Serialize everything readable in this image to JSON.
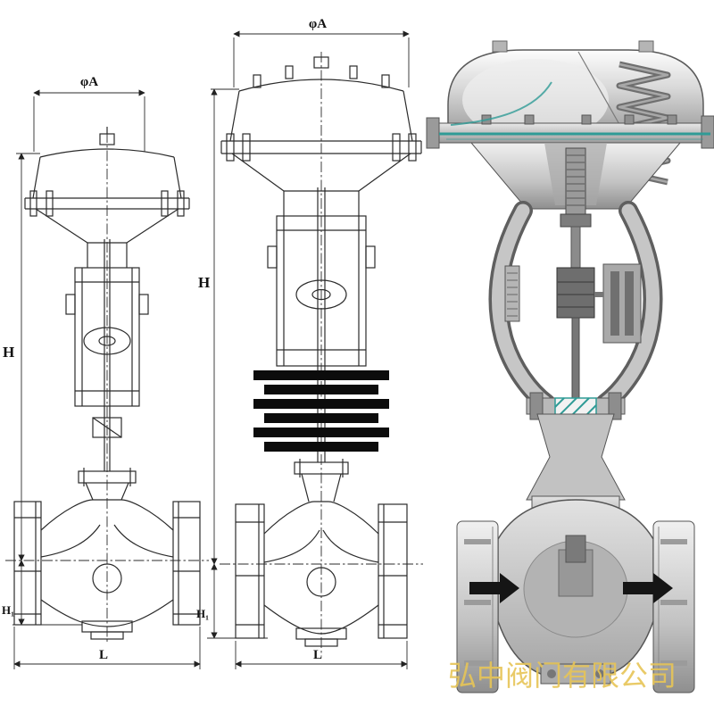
{
  "labels": {
    "left": {
      "phiA": "φA",
      "H": "H",
      "H1": "H₁",
      "L": "L"
    },
    "center": {
      "phiA": "φA",
      "H": "H",
      "H1": "H₁",
      "L": "L"
    }
  },
  "watermark": {
    "text": "弘中阀门有限公司"
  },
  "colors": {
    "line": "#2b2b2b",
    "fin_black": "#0c0c0c",
    "teal_accent": "#2f9b96",
    "watermark_yellow": "#e7c557",
    "metal_light": "#f6f6f6",
    "metal_dark": "#8f8f8f"
  }
}
